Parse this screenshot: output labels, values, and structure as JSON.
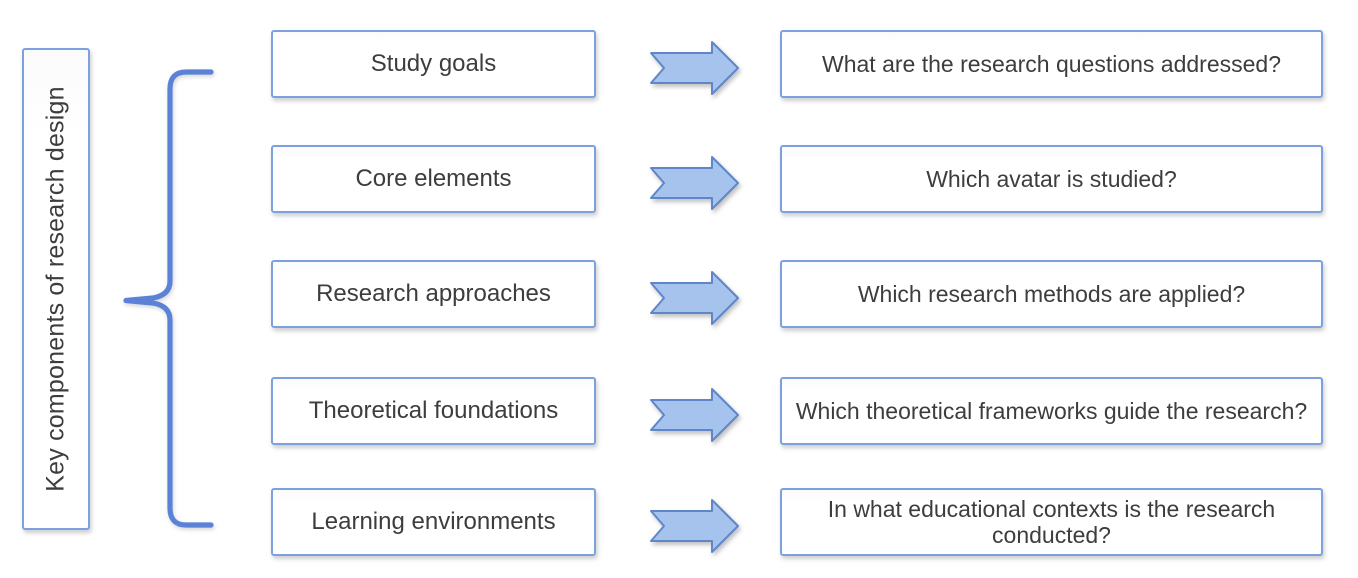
{
  "figure": {
    "side_label": "Key components of research design"
  },
  "rows": [
    {
      "component": "Study goals",
      "question": "What are the research questions addressed?"
    },
    {
      "component": "Core elements",
      "question": "Which avatar is studied?"
    },
    {
      "component": "Research approaches",
      "question": "Which research methods are applied?"
    },
    {
      "component": "Theoretical foundations",
      "question": "Which theoretical frameworks guide the research?"
    },
    {
      "component": "Learning environments",
      "question": "In what educational contexts is the research conducted?"
    }
  ],
  "colors": {
    "box_border": "#7da0df",
    "arrow_fill": "#a6c3ee",
    "arrow_stroke": "#5e86c9",
    "brace": "#5b82d6",
    "text": "#3d3d3d"
  }
}
